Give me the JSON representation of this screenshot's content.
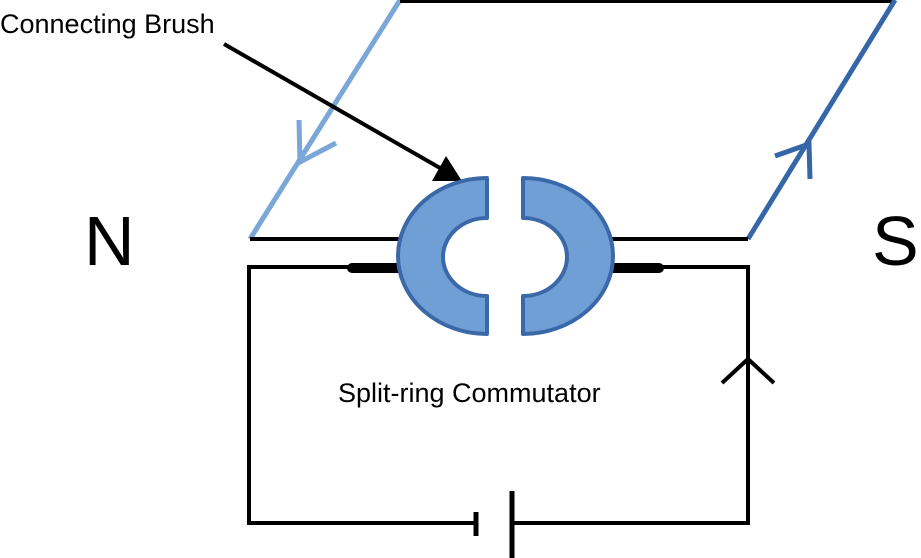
{
  "labels": {
    "brush": "Connecting Brush",
    "north": "N",
    "south": "S",
    "commutator": "Split-ring Commutator"
  },
  "colors": {
    "coil_left": "#7aa6d8",
    "coil_right": "#3566a8",
    "commutator_fill": "#6f9fd4",
    "commutator_stroke": "#3a68a8",
    "wire": "#000000"
  }
}
